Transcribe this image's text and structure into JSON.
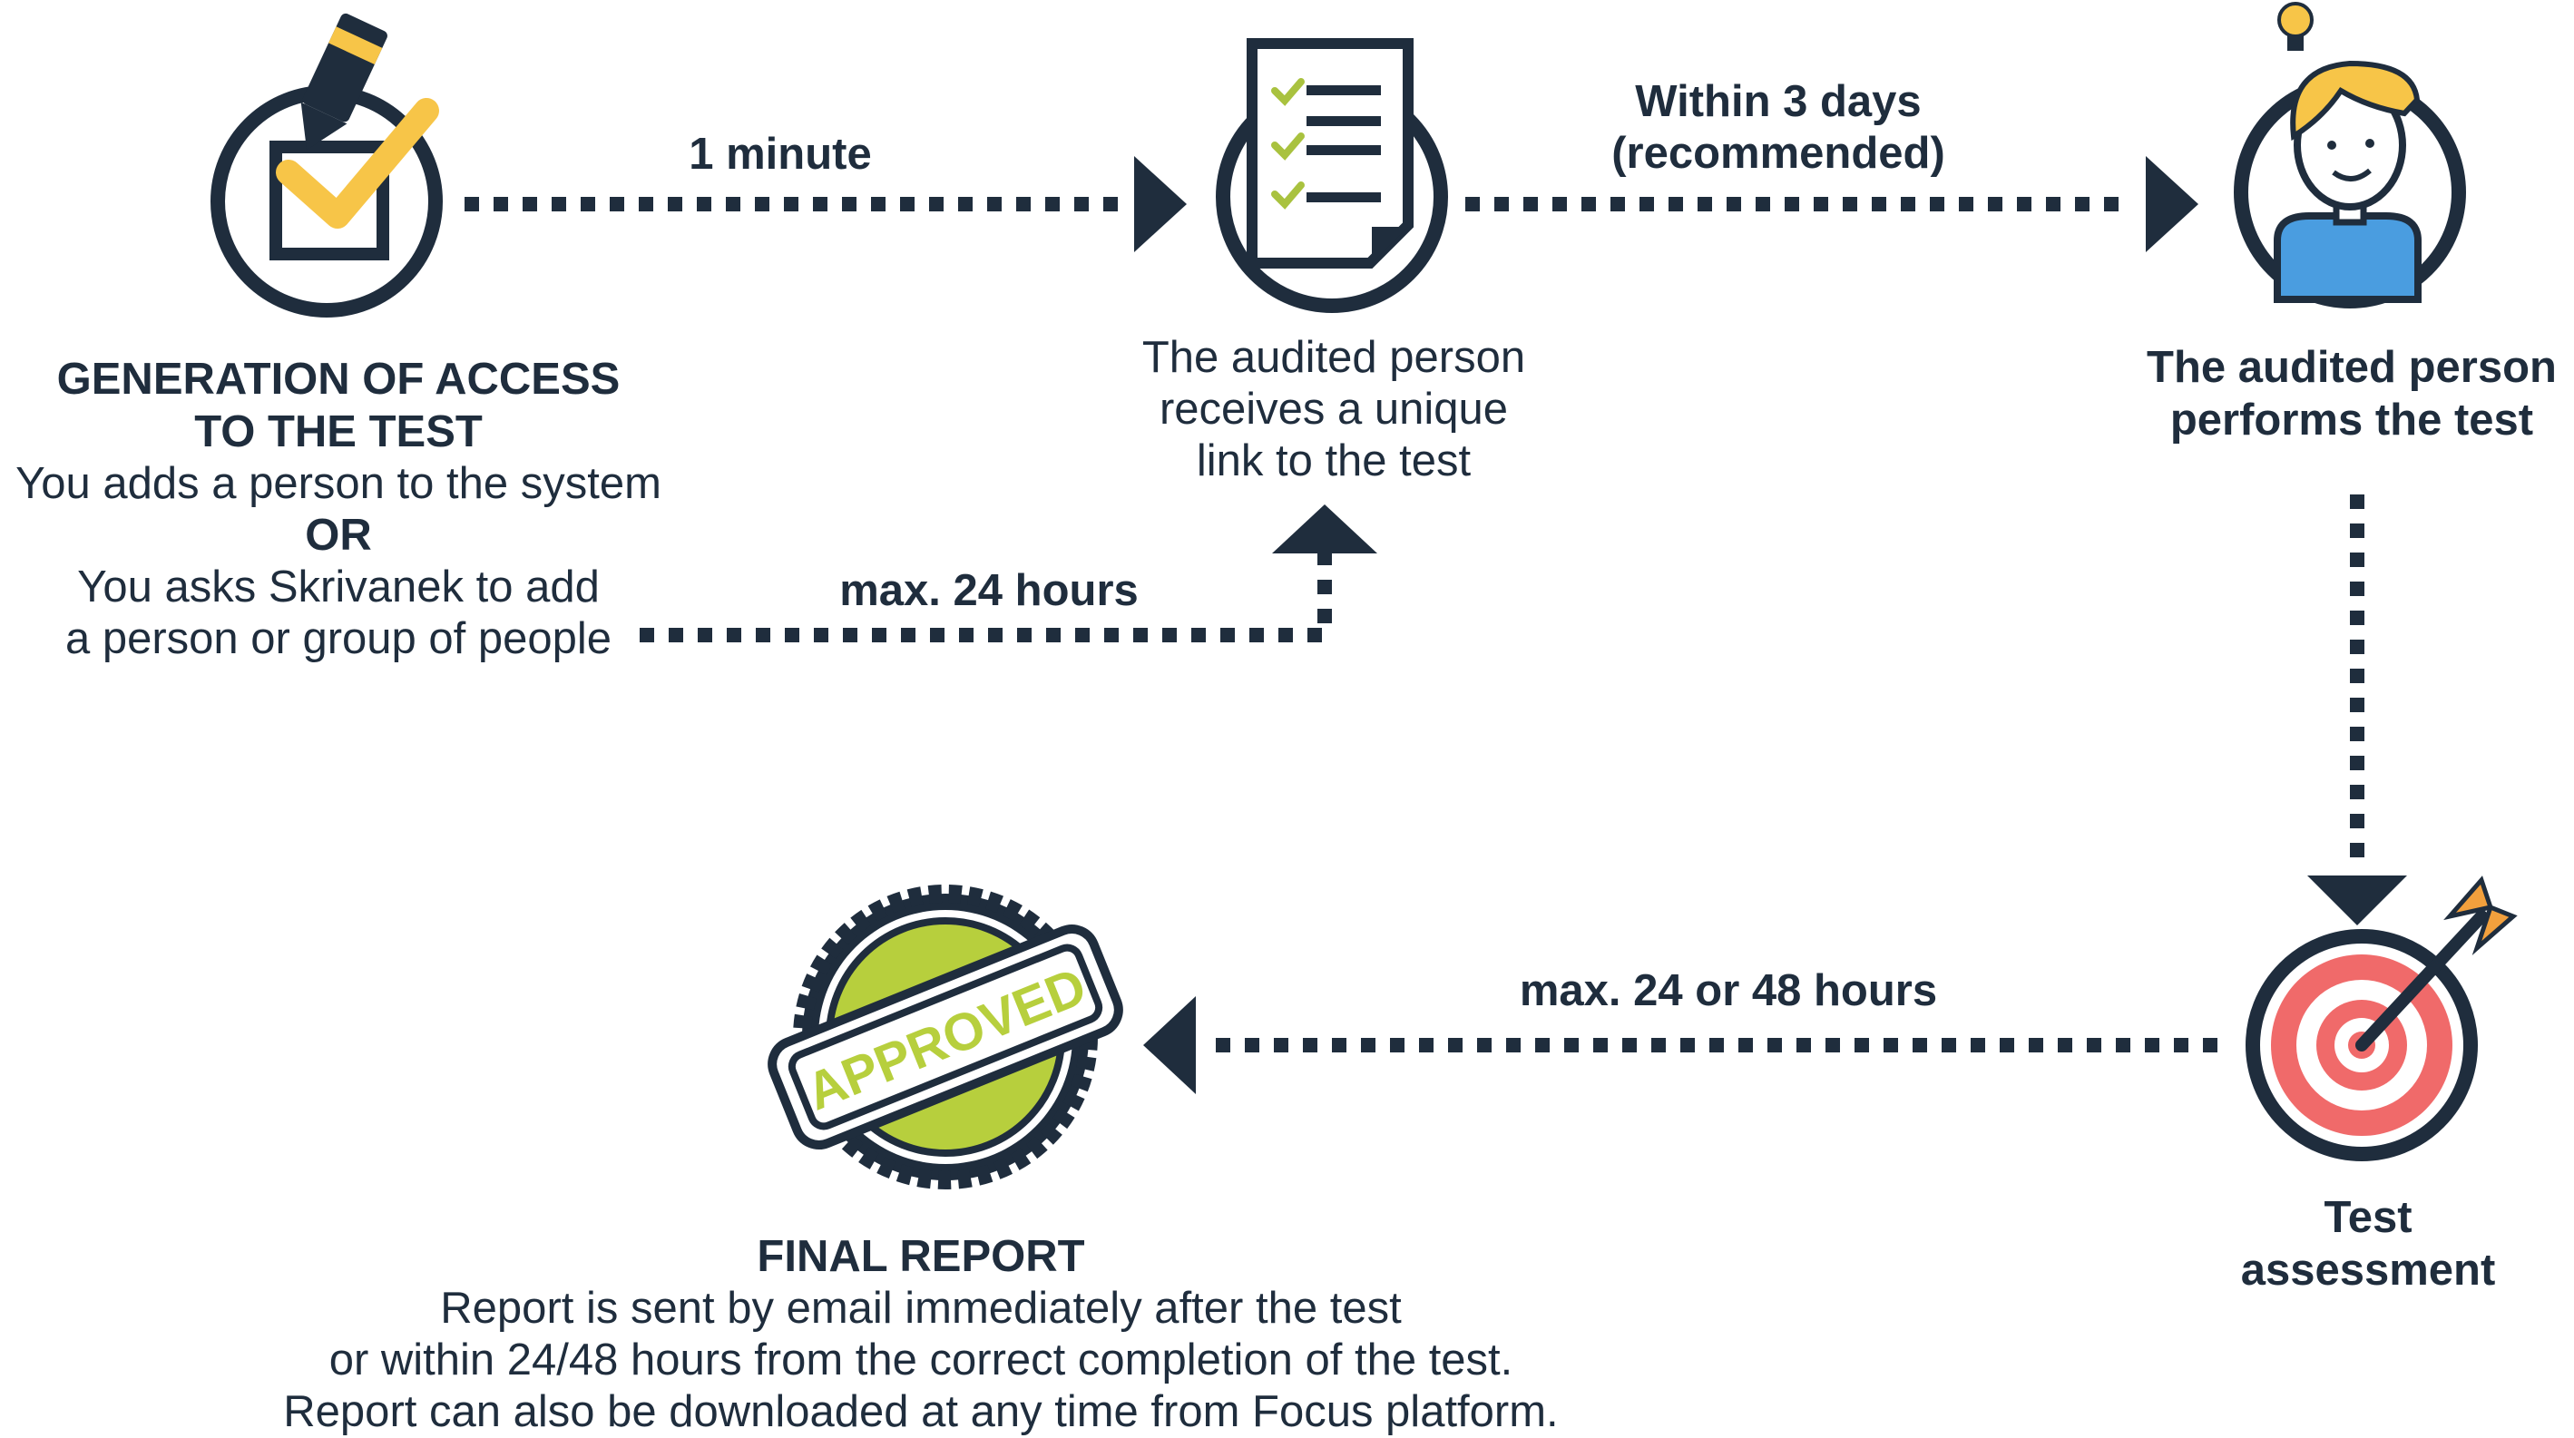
{
  "colors": {
    "dark": "#1f2d3d",
    "yellow": "#f7c548",
    "green": "#a9c23f",
    "approved_green": "#b7cf3d",
    "blue": "#4a9de0",
    "target_red": "#f06a6a",
    "target_pink": "#f8b9b9",
    "arrow_orange": "#f2a03d"
  },
  "icons": {
    "step1": "checkbox-pencil-icon",
    "step2": "document-checklist-icon",
    "step3": "person-lightbulb-icon",
    "step4": "target-arrow-icon",
    "step5": "approved-stamp-icon"
  },
  "step1": {
    "title_line1": "GENERATION OF ACCESS",
    "title_line2": "TO THE TEST",
    "line1": "You adds a person to the system",
    "or": "OR",
    "line2": "You asks Skrivanek to add",
    "line3": "a person or group of people"
  },
  "step2": {
    "line1": "The audited person",
    "line2": "receives a unique",
    "line3": "link to the test"
  },
  "step3": {
    "line1": "The audited person",
    "line2": "performs the test"
  },
  "step4": {
    "line1": "Test",
    "line2": "assessment"
  },
  "step5": {
    "title": "FINAL REPORT",
    "line1": "Report is sent by email immediately after the test",
    "line2": "or within 24/48 hours from the correct completion of the test.",
    "line3": "Report can also be downloaded at any time from Focus platform."
  },
  "connectors": {
    "a": "1 minute",
    "b_line1": "Within 3 days",
    "b_line2": "(recommended)",
    "c": "max. 24 hours",
    "d": "max. 24 or 48 hours"
  },
  "stamp": {
    "text": "APPROVED"
  }
}
